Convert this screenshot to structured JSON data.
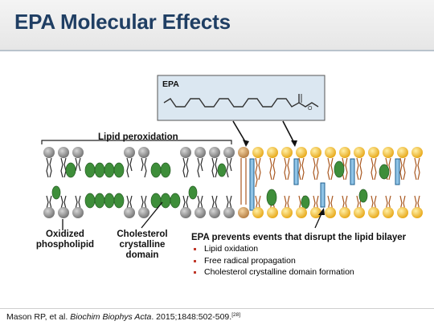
{
  "header": {
    "title": "EPA Molecular Effects"
  },
  "molecule_box": {
    "label": "EPA"
  },
  "labels": {
    "lipid_peroxidation": "Lipid peroxidation",
    "oxidized_phospholipid": "Oxidized phospholipid",
    "cholesterol_domain": "Cholesterol crystalline domain"
  },
  "epa_effects": {
    "heading": "EPA prevents events that disrupt the lipid bilayer",
    "items": [
      "Lipid oxidation",
      "Free radical propagation",
      "Cholesterol crystalline domain formation"
    ]
  },
  "citation": {
    "authors": "Mason RP, et al. ",
    "journal": "Biochim Biophys Acta",
    "details": ". 2015;1848:502-509.",
    "ref": "[28]"
  },
  "colors": {
    "title": "#1f3e63",
    "oxidized_head": "#8c8c8c",
    "healthy_head": "#f2b61c",
    "cholesterol": "#3e8e3a",
    "epa_insert": "#8fc3e6"
  }
}
